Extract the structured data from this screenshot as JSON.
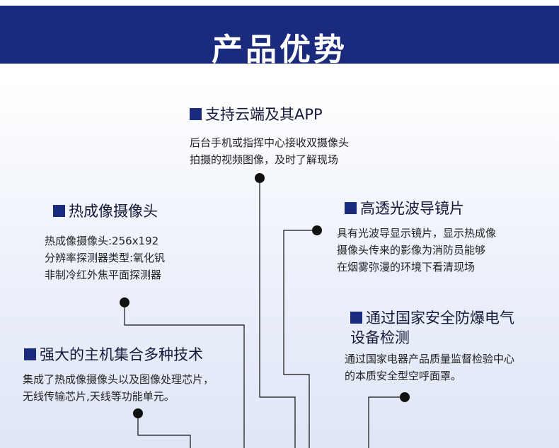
{
  "banner": {
    "title": "产品优势"
  },
  "features": {
    "cloud": {
      "title": "支持云端及其APP",
      "lines": [
        "后台手机或指挥中心接收双摄像头",
        "拍摄的视频图像，及时了解现场"
      ]
    },
    "thermal": {
      "title": "热成像摄像头",
      "lines": [
        "热成像摄像头:256x192",
        "分辨率探测器类型:氧化钒",
        "非制冷红外焦平面探测器"
      ]
    },
    "lens": {
      "title": "高透光波导镜片",
      "lines": [
        "具有光波导显示镜片，显示热成像",
        "摄像头传来的影像为消防员能够",
        "在烟雾弥漫的环境下看清现场"
      ]
    },
    "safety": {
      "title_line1": "通过国家安全防爆电气",
      "title_line2": "设备检测",
      "lines": [
        "通过国家电器产品质量监督检验中心",
        "的本质安全型空呼面罩。"
      ]
    },
    "host": {
      "title": "强大的主机集合多种技术",
      "lines": [
        "集成了热成像摄像头以及图像处理芯片，",
        "无线传输芯片,天线等功能单元。"
      ]
    }
  },
  "colors": {
    "banner": "#1a2a7c",
    "accent": "#1a2a7c",
    "connector": "#111111"
  }
}
